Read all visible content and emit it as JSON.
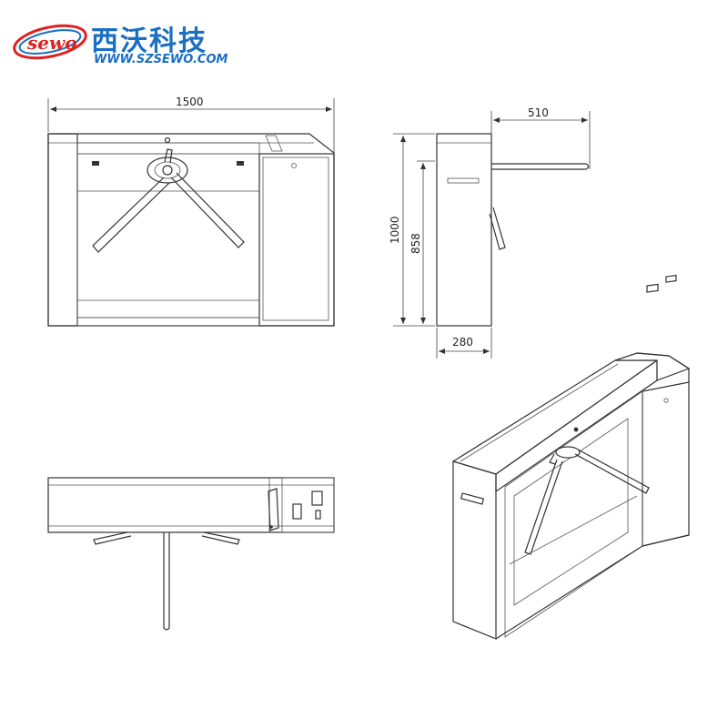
{
  "brand": {
    "logo_text": "sewo",
    "name": "西沃科技",
    "url": "WWW.SZSEWO.COM",
    "primary_color": "#1a6fc4",
    "accent_color": "#e02020"
  },
  "dimensions": {
    "front_width": "1500",
    "side_depth": "510",
    "side_height_total": "1000",
    "side_height_body": "858",
    "side_base_width": "280"
  }
}
